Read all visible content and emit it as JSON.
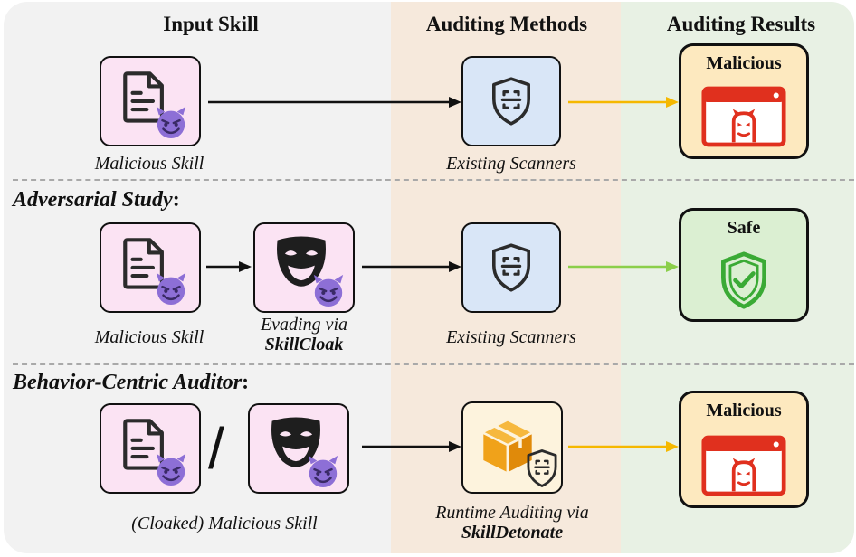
{
  "headers": {
    "input_skill": "Input Skill",
    "auditing_methods": "Auditing Methods",
    "auditing_results": "Auditing Results"
  },
  "sections": {
    "adversarial_study": "Adversarial Study",
    "behavior_centric_auditor": "Behavior-Centric Auditor",
    "colon": ":"
  },
  "row1": {
    "skill_label": "Malicious Skill",
    "scanner_label": "Existing Scanners",
    "result_label": "Malicious"
  },
  "row2": {
    "skill_label": "Malicious Skill",
    "evading_prefix": "Evading via",
    "evading_tool": "SkillCloak",
    "scanner_label": "Existing Scanners",
    "result_label": "Safe"
  },
  "row3": {
    "skill_label": "(Cloaked) Malicious Skill",
    "slash": "/",
    "runtime_prefix": "Runtime Auditing via",
    "runtime_tool": "SkillDetonate",
    "result_label": "Malicious"
  },
  "colors": {
    "input_column_bg": "#f2f2f2",
    "methods_column_bg": "#f6e9dc",
    "results_column_bg": "#e8f1e4",
    "skill_box": "#fbe3f3",
    "scanner_box": "#d9e6f7",
    "runtime_box": "#fdf3dd",
    "malicious_box": "#fde9bf",
    "safe_box": "#dbefd2",
    "malicious_arrow": "#f5b800",
    "safe_arrow": "#8bcf4a",
    "danger_red": "#e0301e",
    "safe_green": "#3aaa35",
    "devil_purple": "#8d6fd6",
    "cube_orange": "#f0a21a"
  },
  "icons": [
    "document-icon",
    "devil-emoji-icon",
    "theater-mask-icon",
    "shield-scan-icon",
    "browser-devil-icon",
    "shield-check-icon",
    "cube-icon"
  ]
}
